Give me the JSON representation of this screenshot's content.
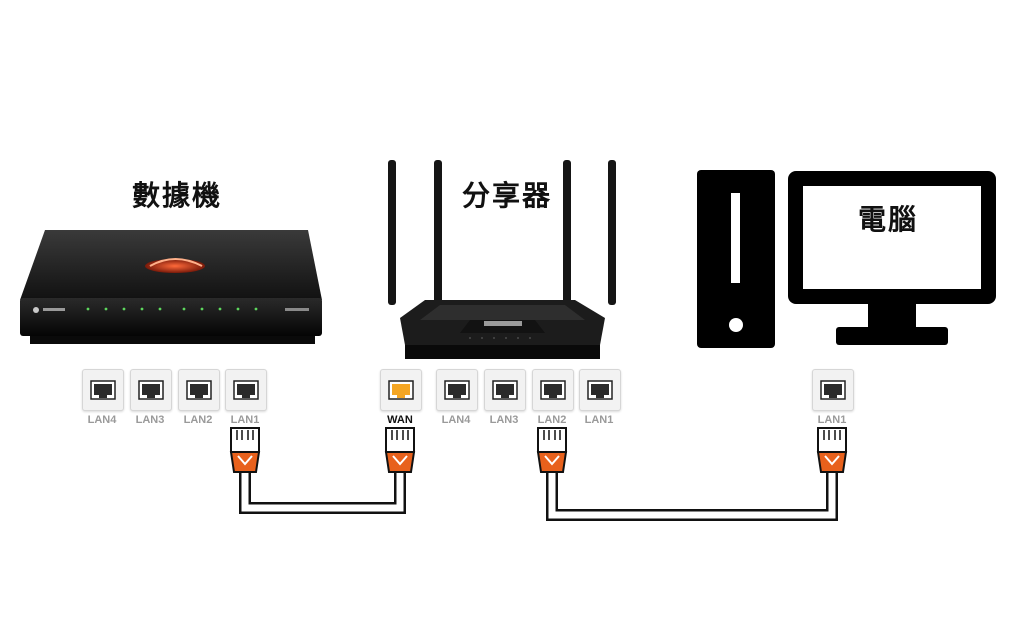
{
  "labels": {
    "modem": "數據機",
    "router": "分享器",
    "computer": "電腦"
  },
  "modem_ports": [
    "LAN4",
    "LAN3",
    "LAN2",
    "LAN1"
  ],
  "router_ports": [
    "WAN",
    "LAN4",
    "LAN3",
    "LAN2",
    "LAN1"
  ],
  "computer_ports": [
    "LAN1"
  ],
  "colors": {
    "wan_port": "#f5a623",
    "plug_accent": "#e8611c",
    "cable_outline": "#111111",
    "device_body": "#1a1a1a"
  },
  "icons": [
    "modem-device-icon",
    "router-device-icon",
    "pc-tower-icon",
    "monitor-icon",
    "ethernet-plug-icon",
    "rj45-port-icon"
  ]
}
